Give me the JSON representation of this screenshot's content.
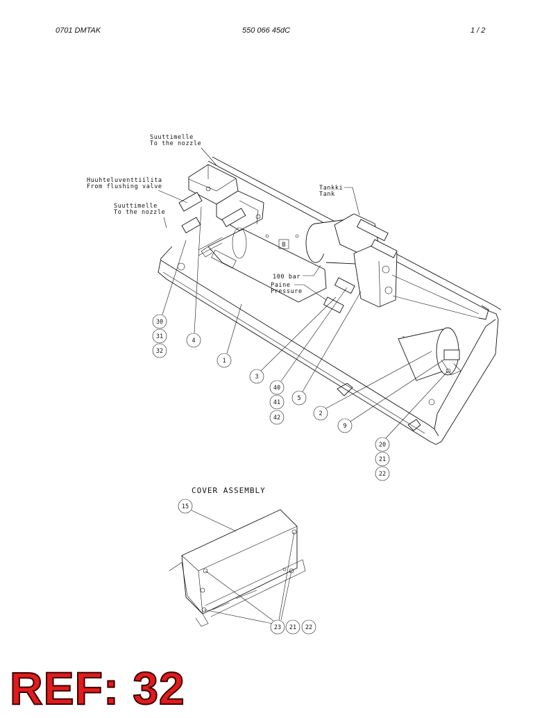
{
  "header": {
    "left": "0701 DMTAK",
    "center": "550 066 45dC",
    "right": "1 /  2"
  },
  "labels": {
    "nozzle_top_fi": "Suuttimelle",
    "nozzle_top_en": "To the nozzle",
    "flush_fi": "Huuhteluventtiilita",
    "flush_en": "From flushing valve",
    "nozzle_mid_fi": "Suuttimelle",
    "nozzle_mid_en": "To the nozzle",
    "tank_fi": "Tankki",
    "tank_en": "Tank",
    "box_b": "B",
    "bar": "100 bar",
    "pressure_fi": "Paine",
    "pressure_en": "Pressure",
    "cover_title": "COVER ASSEMBLY"
  },
  "callouts": {
    "c30": "30",
    "c31": "31",
    "c32": "32",
    "c4": "4",
    "c1": "1",
    "c3": "3",
    "c40": "40",
    "c41": "41",
    "c42": "42",
    "c5": "5",
    "c2": "2",
    "c9": "9",
    "c20": "20",
    "c21": "21",
    "c22": "22",
    "c15": "15",
    "c23": "23",
    "c21b": "21",
    "c22b": "22"
  },
  "ref": "REF: 32"
}
